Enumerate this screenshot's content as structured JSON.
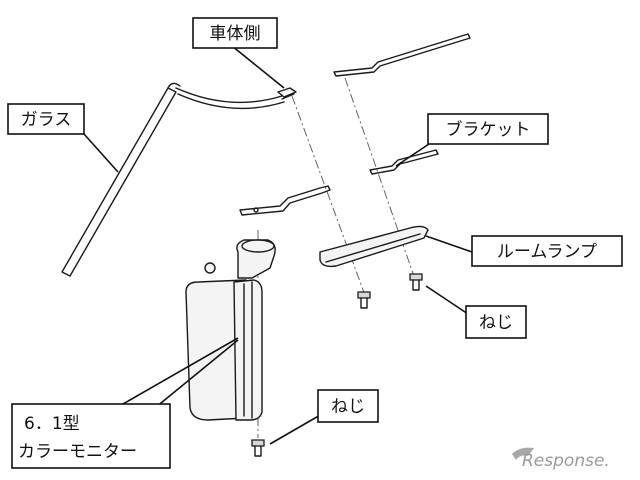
{
  "labels": {
    "car_body_side": "車体側",
    "glass": "ガラス",
    "bracket": "ブラケット",
    "room_lamp": "ルームランプ",
    "screw_right": "ねじ",
    "monitor_line1": "6．1型",
    "monitor_line2": "カラーモニター",
    "screw_bottom": "ねじ"
  },
  "watermark": {
    "text": "Response."
  }
}
